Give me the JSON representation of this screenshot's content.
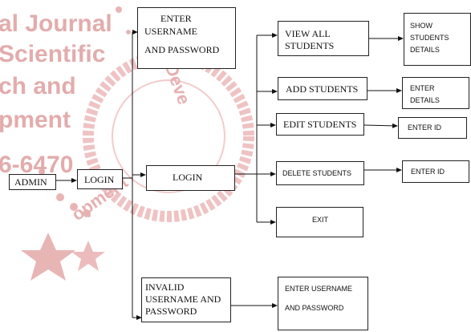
{
  "watermark": {
    "lines": [
      "al Journal",
      "Scientific",
      "ch and",
      "pment",
      "6-6470"
    ],
    "arc_text": "and Deve",
    "arc_text2": "opment",
    "color": "#e3acac"
  },
  "nodes": {
    "admin": "ADMIN",
    "login_small": "LOGIN",
    "enter_credentials": [
      "ENTER",
      "USERNAME",
      "AND PASSWORD"
    ],
    "login_main": "LOGIN",
    "invalid": [
      "INVALID",
      "USERNAME AND",
      "PASSWORD"
    ],
    "invalid_enter": [
      "ENTER USERNAME",
      "AND PASSWORD"
    ],
    "view_all": [
      "VIEW ALL",
      "STUDENTS"
    ],
    "show_details": [
      "SHOW",
      "STUDENTS",
      "DETAILS"
    ],
    "add_students": "ADD STUDENTS",
    "enter_details": [
      "ENTER",
      "DETAILS"
    ],
    "edit_students": "EDIT STUDENTS",
    "enter_id_edit": "ENTER ID",
    "delete_students": "DELETE STUDENTS",
    "enter_id_delete": "ENTER ID",
    "exit": "EXIT"
  }
}
